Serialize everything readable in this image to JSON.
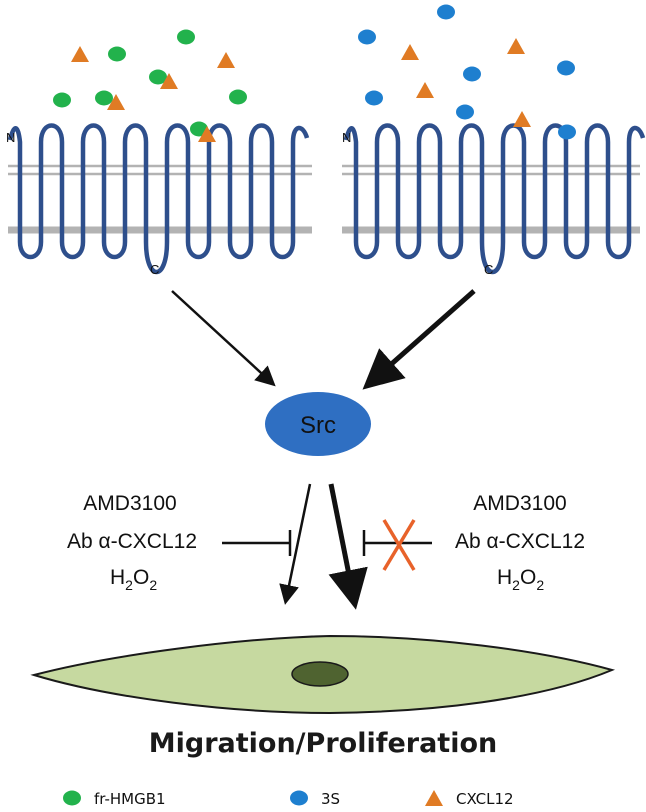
{
  "diagram": {
    "receptor_left": {
      "n_label": "N",
      "c_label": "C"
    },
    "receptor_right": {
      "n_label": "N",
      "c_label": "C"
    },
    "hub": {
      "label": "Src"
    },
    "inhibitors_left": {
      "line1": "AMD3100",
      "line2": "Ab α-CXCL12",
      "line3_base": "H",
      "line3_sub1": "2",
      "line3_mid": "O",
      "line3_sub2": "2"
    },
    "inhibitors_right": {
      "line1": "AMD3100",
      "line2": "Ab α-CXCL12",
      "line3_base": "H",
      "line3_sub1": "2",
      "line3_mid": "O",
      "line3_sub2": "2"
    },
    "outcome": "Migration/Proliferation"
  },
  "legend": [
    {
      "label": "fr-HMGB1",
      "shape": "circle",
      "color": "#22b24c"
    },
    {
      "label": "3S",
      "shape": "circle",
      "color": "#1e7fcf"
    },
    {
      "label": "CXCL12",
      "shape": "triangle",
      "color": "#e07b24"
    }
  ],
  "colors": {
    "receptor": "#2e4f8c",
    "membrane": "#b3b3b3",
    "src": "#2f6fc2",
    "cell": "#c6d9a0",
    "nucleus": "#4f6330",
    "blocked_x": "#e8622a"
  }
}
